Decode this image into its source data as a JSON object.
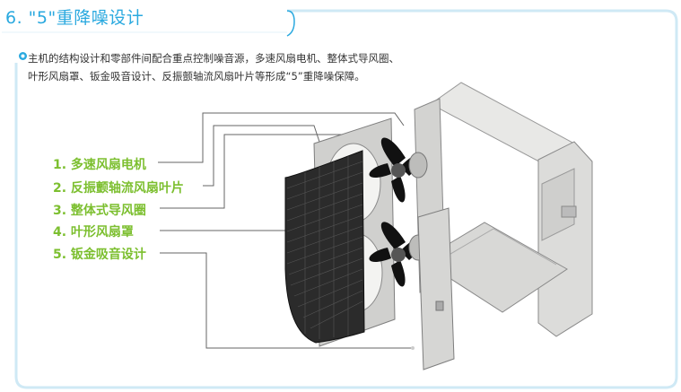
{
  "title": "6. \"5\"重降噪设计",
  "description": "主机的结构设计和零部件间配合重点控制噪音源，多速风扇电机、整体式导风圈、叶形风扇罩、钣金吸音设计、反振颤轴流风扇叶片等形成“5”重降噪保障。",
  "features": [
    {
      "label": "1. 多速风扇电机"
    },
    {
      "label": "2. 反振颤轴流风扇叶片"
    },
    {
      "label": "3. 整体式导风圈"
    },
    {
      "label": "4. 叶形风扇罩"
    },
    {
      "label": "5. 钣金吸音设计"
    }
  ],
  "colors": {
    "accent_blue": "#2aa9df",
    "feature_green": "#7cbf2f",
    "frame_border": "#a7dcef"
  }
}
